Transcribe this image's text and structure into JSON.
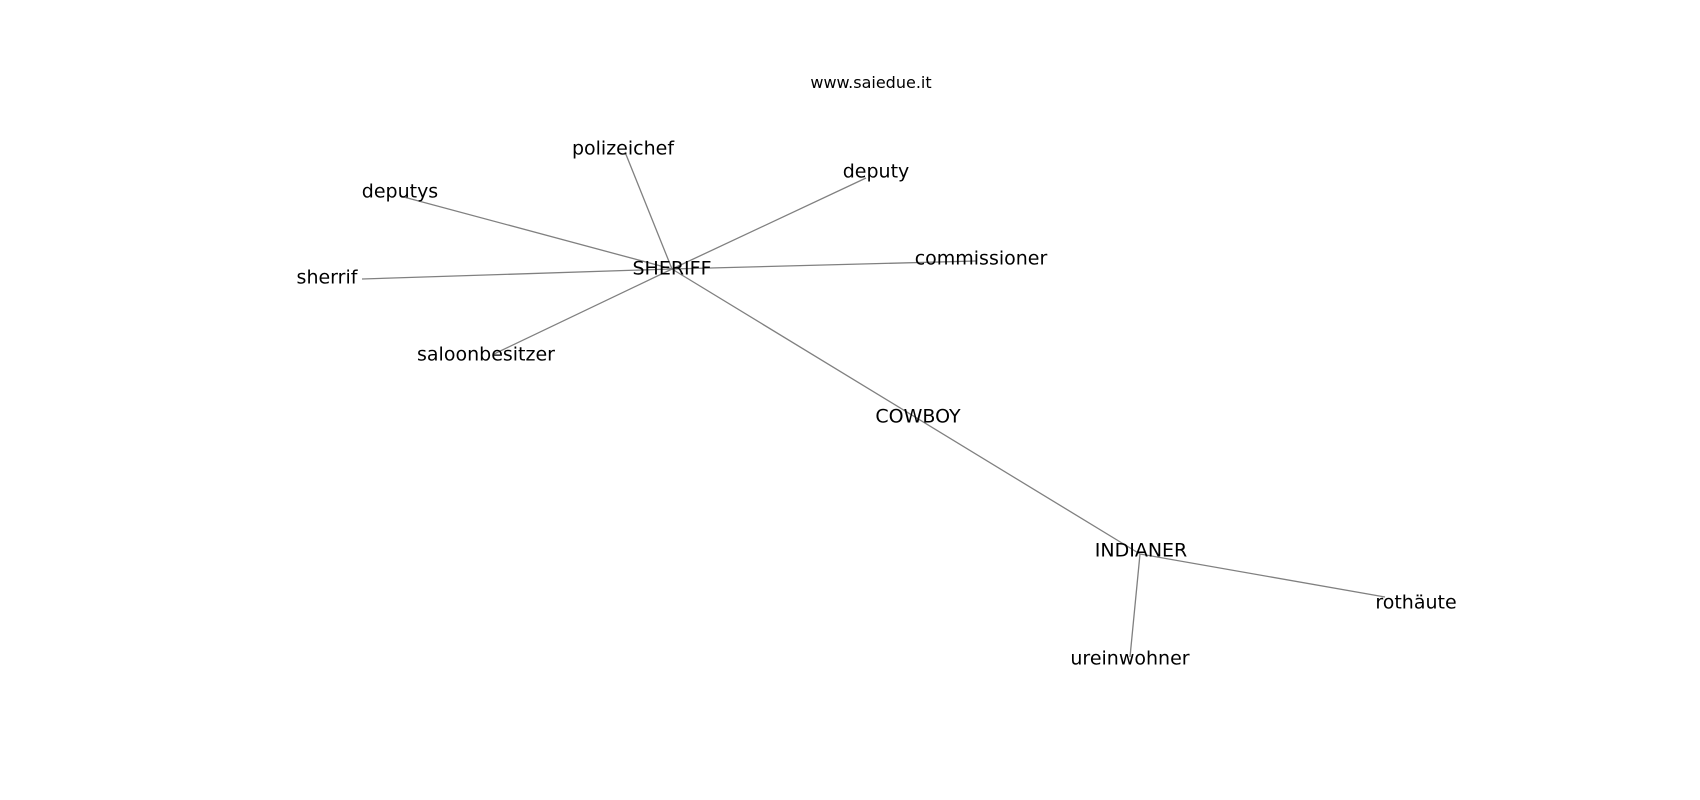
{
  "header": {
    "site": "www.saiedue.it"
  },
  "graph": {
    "nodes": [
      {
        "id": "SHERIFF",
        "label": "SHERIFF"
      },
      {
        "id": "polizeichef",
        "label": "polizeichef"
      },
      {
        "id": "deputy",
        "label": "deputy"
      },
      {
        "id": "deputys",
        "label": "deputys"
      },
      {
        "id": "sherrif",
        "label": "sherrif"
      },
      {
        "id": "commissioner",
        "label": "commissioner"
      },
      {
        "id": "saloonbesitzer",
        "label": "saloonbesitzer"
      },
      {
        "id": "COWBOY",
        "label": "COWBOY"
      },
      {
        "id": "INDIANER",
        "label": "INDIANER"
      },
      {
        "id": "rothaute",
        "label": "rothäute"
      },
      {
        "id": "ureinwohner",
        "label": "ureinwohner"
      }
    ],
    "edges": [
      {
        "from": "SHERIFF",
        "to": "polizeichef"
      },
      {
        "from": "SHERIFF",
        "to": "deputy"
      },
      {
        "from": "SHERIFF",
        "to": "deputys"
      },
      {
        "from": "SHERIFF",
        "to": "sherrif"
      },
      {
        "from": "SHERIFF",
        "to": "commissioner"
      },
      {
        "from": "SHERIFF",
        "to": "saloonbesitzer"
      },
      {
        "from": "SHERIFF",
        "to": "INDIANER"
      },
      {
        "from": "INDIANER",
        "to": "rothaute"
      },
      {
        "from": "INDIANER",
        "to": "ureinwohner"
      }
    ],
    "edge_color": "#808080",
    "label_color": "#000000"
  }
}
